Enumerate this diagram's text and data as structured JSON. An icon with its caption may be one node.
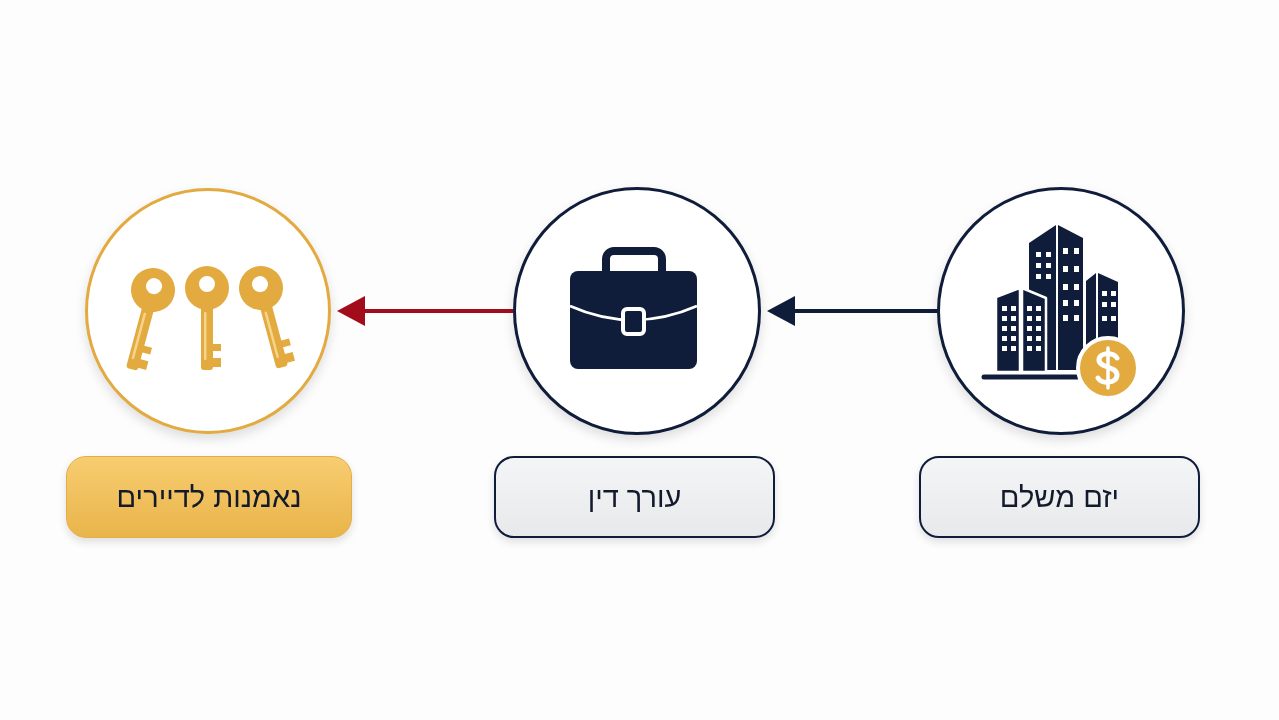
{
  "diagram": {
    "nodes": [
      {
        "text": [],
        "shape": "circle"
      },
      {
        "text": [
          "יזם משלם"
        ]
      },
      {
        "text": [],
        "shape": "circle"
      },
      {
        "text": [
          "עורך דין"
        ]
      },
      {
        "text": [],
        "shape": "circle"
      },
      {
        "text": [
          "נאמנות לדיירים"
        ]
      }
    ],
    "edges": [
      {
        "from": 0,
        "to": 2,
        "arrow": "to"
      },
      {
        "from": 2,
        "to": 4,
        "arrow": "to",
        "color": "#a30d1b"
      }
    ]
  }
}
